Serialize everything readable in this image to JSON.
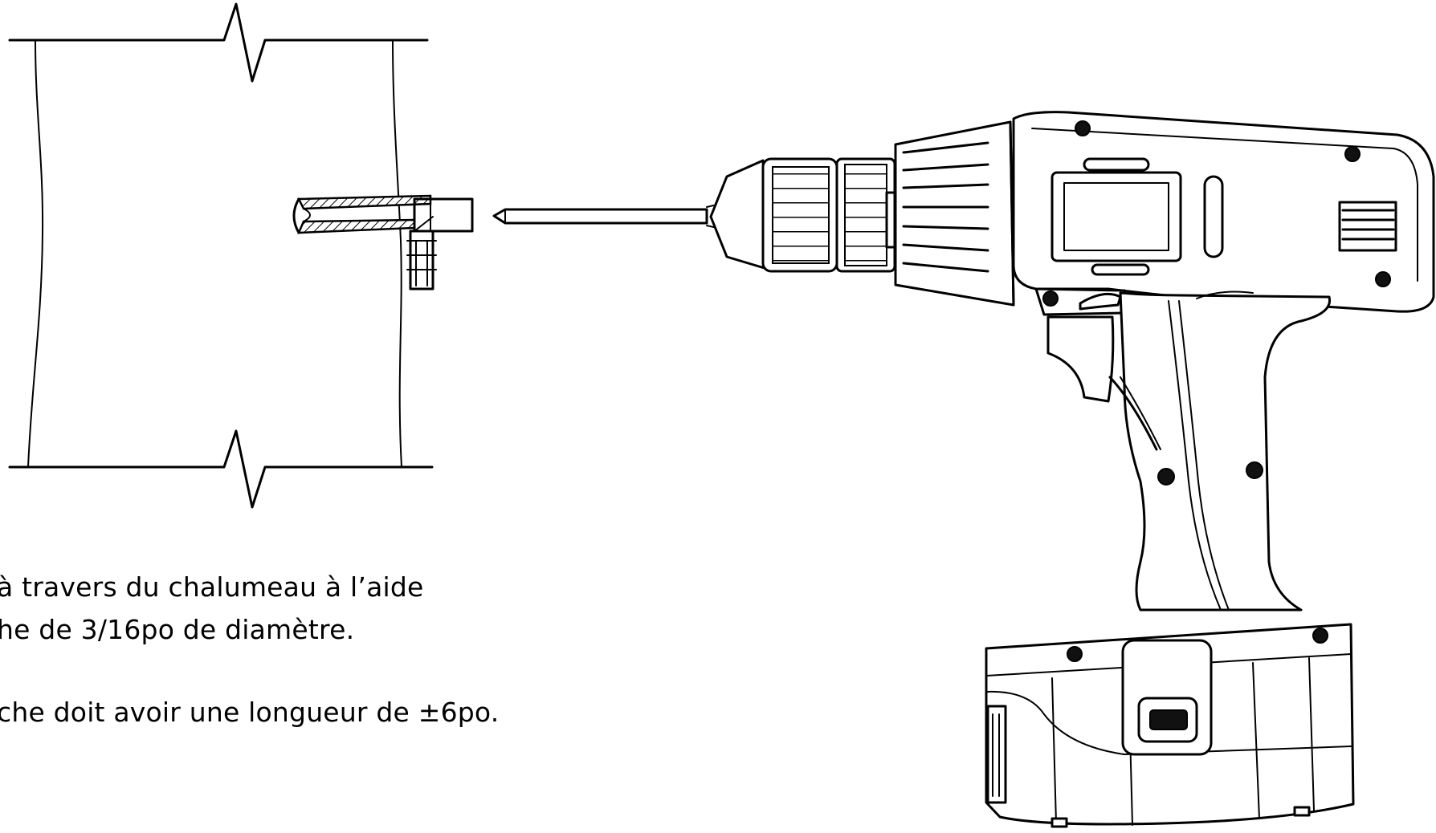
{
  "caption": {
    "line1": "à travers du chalumeau à l’aide",
    "line2": "he de 3/16po de diamètre.",
    "line3": "che doit avoir une longueur de ±6po."
  },
  "colors": {
    "line": "#000000",
    "background": "#ffffff"
  },
  "icons": [
    "pipe-section-icon",
    "fitting-icon",
    "drill-bit-icon",
    "cordless-drill-icon"
  ]
}
